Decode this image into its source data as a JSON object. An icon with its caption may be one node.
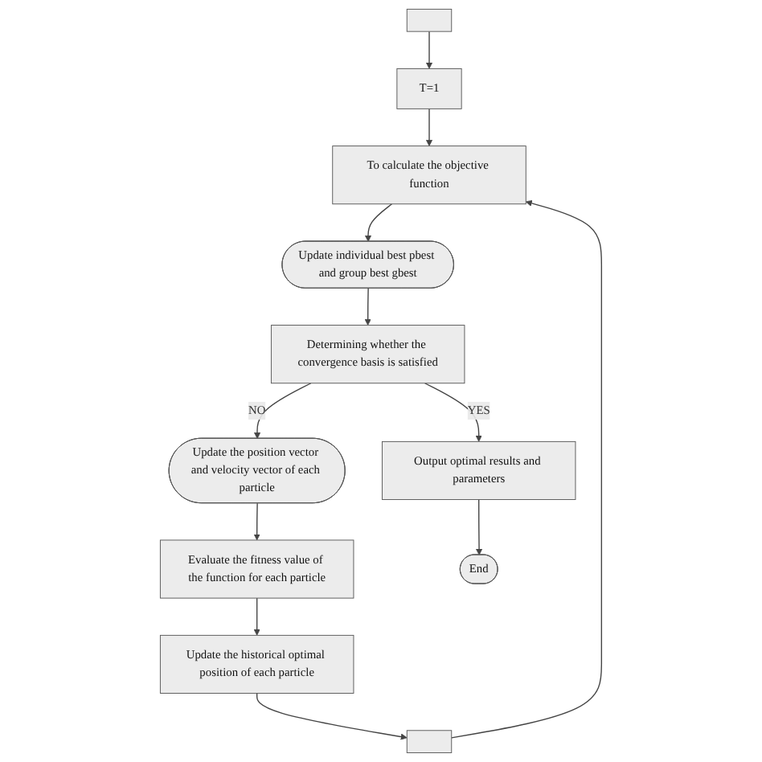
{
  "diagram": {
    "nodes": [
      {
        "text": [],
        "shape": "box"
      },
      {
        "text": [
          "T=1"
        ]
      },
      {
        "text": [
          "To calculate the objective function"
        ]
      },
      {
        "text": [
          "Update individual best pbest and group best gbest"
        ]
      },
      {
        "text": [
          "Determining whether the convergence basis is satisfied"
        ]
      },
      {
        "text": [
          "Update the position vector and velocity vector of each particle"
        ]
      },
      {
        "text": [
          "Evaluate the fitness value of the function for each particle"
        ]
      },
      {
        "text": [
          "Update the historical optimal position of each particle"
        ]
      },
      {
        "text": [],
        "shape": "box"
      },
      {
        "text": [
          "Output optimal results and parameters"
        ]
      },
      {
        "text": [
          "End"
        ]
      }
    ],
    "edges": [
      {
        "from": 0,
        "to": 1,
        "arrow": "to"
      },
      {
        "from": 1,
        "to": 2,
        "arrow": "to"
      },
      {
        "from": 2,
        "to": 3,
        "arrow": "to"
      },
      {
        "from": 3,
        "to": 4,
        "arrow": "to"
      },
      {
        "from": 4,
        "to": 5,
        "arrow": "to",
        "label": "NO"
      },
      {
        "from": 5,
        "to": 6,
        "arrow": "to"
      },
      {
        "from": 6,
        "to": 7,
        "arrow": "to"
      },
      {
        "from": 7,
        "to": 8,
        "arrow": "to"
      },
      {
        "from": 8,
        "to": 2,
        "arrow": "to"
      },
      {
        "from": 4,
        "to": 9,
        "arrow": "to",
        "label": "YES"
      },
      {
        "from": 9,
        "to": 10,
        "arrow": "to"
      }
    ]
  }
}
